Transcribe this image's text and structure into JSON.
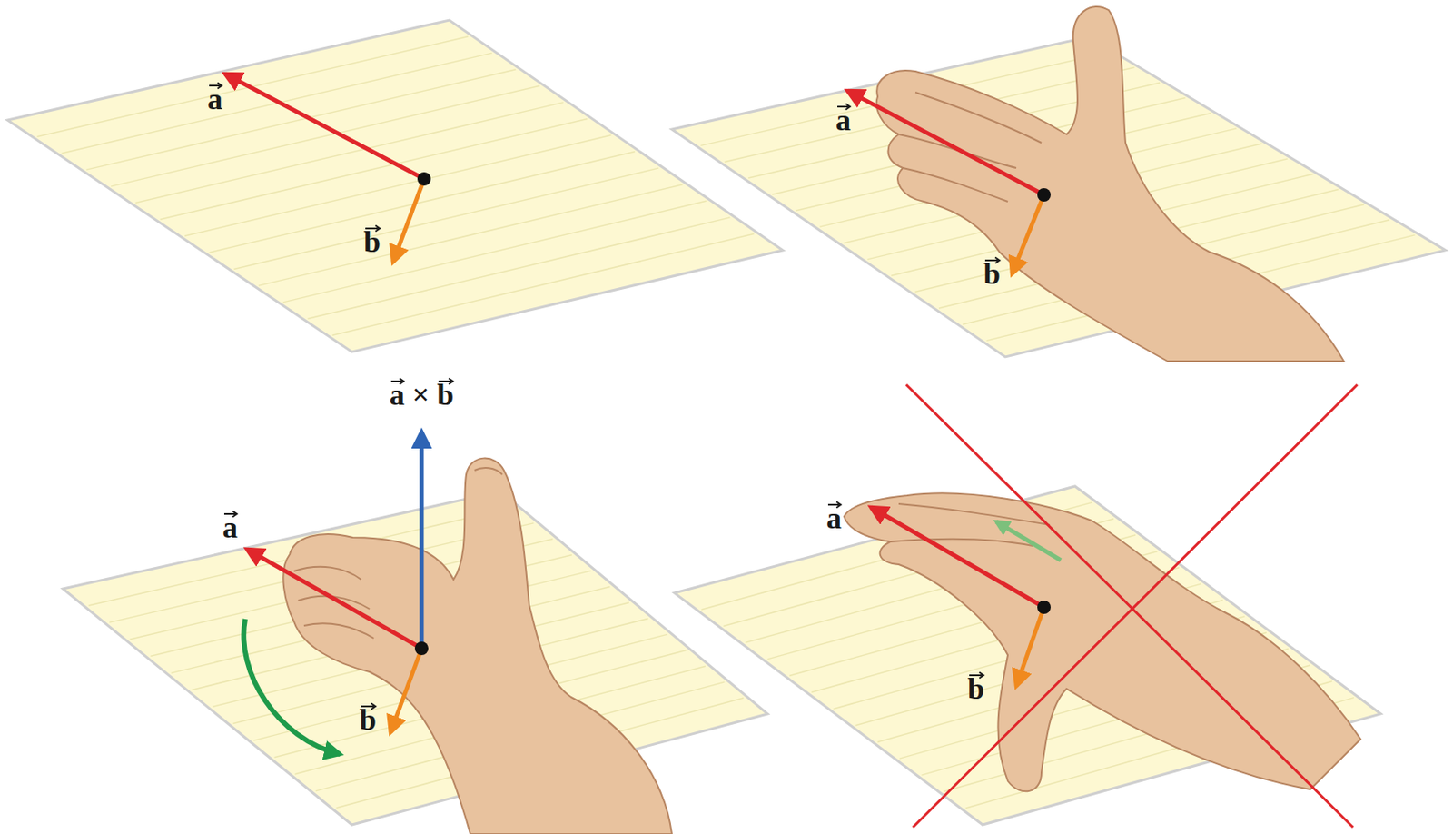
{
  "diagram": {
    "labels": [
      "a",
      "b",
      "a",
      "b",
      "a × b",
      "a",
      "b",
      "a",
      "b"
    ]
  }
}
